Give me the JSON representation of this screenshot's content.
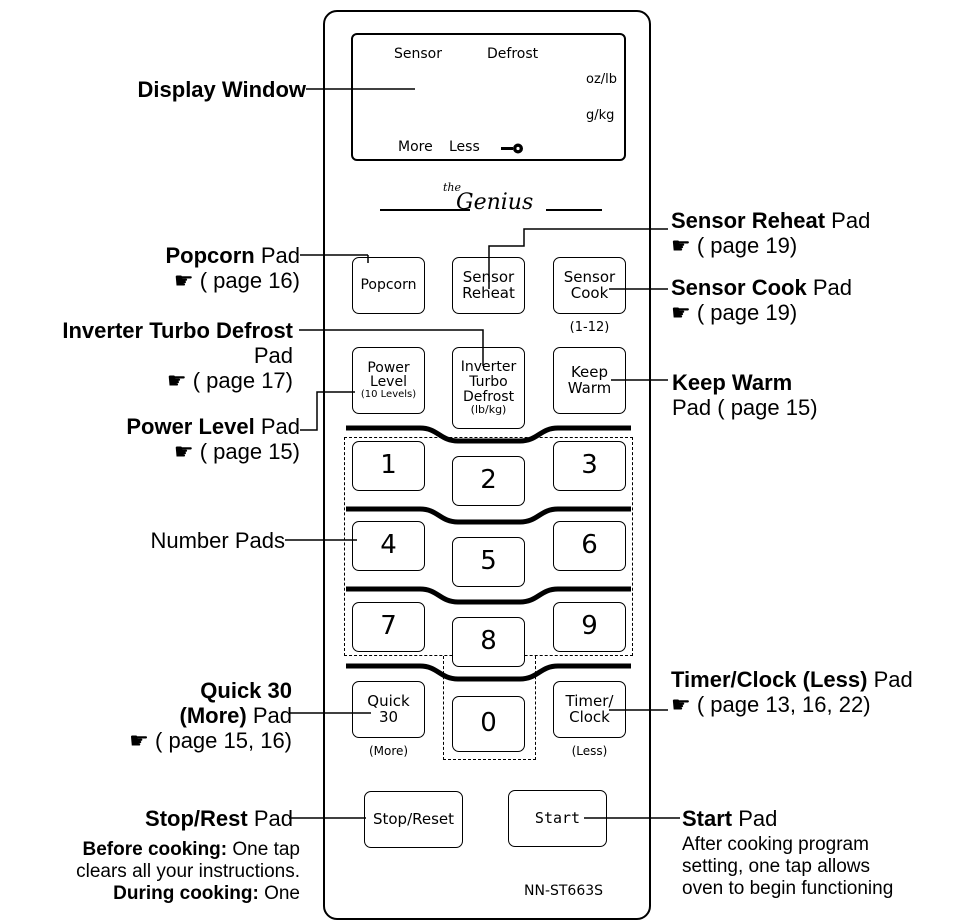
{
  "display": {
    "sensor": "Sensor",
    "defrost": "Defrost",
    "oz_lb": "oz/lb",
    "g_kg": "g/kg",
    "more": "More",
    "less": "Less"
  },
  "brand": {
    "the": "the",
    "genius": "Genius"
  },
  "pads": {
    "popcorn": "Popcorn",
    "sensor_reheat": [
      "Sensor",
      "Reheat"
    ],
    "sensor_cook": [
      "Sensor",
      "Cook"
    ],
    "sensor_cook_sub": "(1-12)",
    "power_level": [
      "Power",
      "Level",
      "(10 Levels)"
    ],
    "inverter": [
      "Inverter",
      "Turbo",
      "Defrost",
      "(lb/kg)"
    ],
    "keep_warm": [
      "Keep",
      "Warm"
    ],
    "numbers": [
      "1",
      "2",
      "3",
      "4",
      "5",
      "6",
      "7",
      "8",
      "9",
      "0"
    ],
    "quick30": [
      "Quick",
      "30"
    ],
    "quick30_sub": "(More)",
    "timer_clock": [
      "Timer/",
      "Clock"
    ],
    "timer_clock_sub": "(Less)",
    "stop_reset": "Stop/Reset",
    "start": "Start"
  },
  "model": "NN-ST663S",
  "labels": {
    "display_window": "Display Window",
    "popcorn": {
      "bold": "Popcorn",
      "rest": " Pad",
      "ref": "( page 16)"
    },
    "inverter": {
      "bold": "Inverter Turbo Defrost",
      "line2": "Pad",
      "ref": "( page 17)"
    },
    "power_level": {
      "bold": "Power Level",
      "rest": " Pad",
      "ref": "( page 15)"
    },
    "number_pads": "Number Pads",
    "quick30": {
      "bold1": "Quick 30",
      "bold2": "(More)",
      "rest": " Pad",
      "ref": "( page 15, 16)"
    },
    "stop_reset": {
      "bold": "Stop/Rest",
      "rest": " Pad"
    },
    "stop_desc": {
      "b1": "Before cooking:",
      "t1": " One tap",
      "t2": "clears all your instructions.",
      "b3": "During cooking:",
      "t3": " One"
    },
    "sensor_reheat": {
      "bold": "Sensor Reheat",
      "rest": " Pad",
      "ref": "( page 19)"
    },
    "sensor_cook": {
      "bold": "Sensor Cook",
      "rest": " Pad",
      "ref": "( page 19)"
    },
    "keep_warm": {
      "bold": "Keep Warm",
      "line2": "Pad ( page 15)"
    },
    "timer_clock": {
      "bold": "Timer/Clock (Less)",
      "rest": " Pad",
      "ref": "( page 13, 16, 22)"
    },
    "start": {
      "bold": "Start",
      "rest": " Pad",
      "d1": "After cooking program",
      "d2": "setting, one tap allows",
      "d3": "oven to begin functioning"
    }
  },
  "icons": {
    "pointer": "pointing-hand-icon",
    "key": "key-icon"
  }
}
